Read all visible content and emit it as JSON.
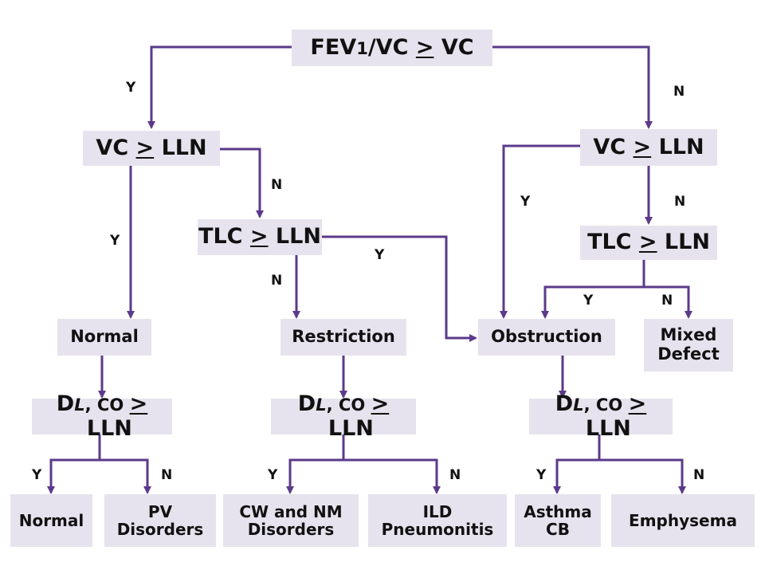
{
  "colors": {
    "arrow": "#5b3a8a",
    "box_fill": "#e6e3ee",
    "text": "#111111"
  },
  "nodes": {
    "root": {
      "pre": "FEV",
      "sub": "1",
      "mid": "/VC ",
      "ge": ">",
      "post": " VC"
    },
    "vc_left": {
      "pre": "VC ",
      "ge": ">",
      "post": " LLN"
    },
    "tlc_mid": {
      "pre": "TLC ",
      "ge": ">",
      "post": " LLN"
    },
    "vc_right": {
      "pre": "VC ",
      "ge": ">",
      "post": " LLN"
    },
    "tlc_right": {
      "pre": "TLC ",
      "ge": ">",
      "post": " LLN"
    },
    "normal_mid": {
      "label": "Normal"
    },
    "restriction": {
      "label": "Restriction"
    },
    "obstruction": {
      "label": "Obstruction"
    },
    "mixed": {
      "line1": "Mixed",
      "line2": "Defect"
    },
    "dlco_left": {
      "d": "D",
      "l": "L",
      "co": ", CO ",
      "ge": ">",
      "post": "  LLN"
    },
    "dlco_mid": {
      "d": "D",
      "l": "L",
      "co": ", CO ",
      "ge": ">",
      "post": "  LLN"
    },
    "dlco_right": {
      "d": "D",
      "l": "L",
      "co": ", CO ",
      "ge": ">",
      "post": "  LLN"
    },
    "leaf_normal": {
      "label": "Normal"
    },
    "leaf_pv": {
      "line1": "PV",
      "line2": "Disorders"
    },
    "leaf_cw": {
      "line1": "CW and NM",
      "line2": "Disorders"
    },
    "leaf_ild": {
      "line1": "ILD",
      "line2": "Pneumonitis"
    },
    "leaf_asthma": {
      "line1": "Asthma",
      "line2": "CB"
    },
    "leaf_emphysema": {
      "label": "Emphysema"
    }
  },
  "edge_labels": {
    "root_y": "Y",
    "root_n": "N",
    "vcl_y": "Y",
    "vcl_n": "N",
    "tlcm_y": "Y",
    "tlcm_n": "N",
    "vcr_y": "Y",
    "vcr_n": "N",
    "tlcr_y": "Y",
    "tlcr_n": "N",
    "dl1_y": "Y",
    "dl1_n": "N",
    "dl2_y": "Y",
    "dl2_n": "N",
    "dl3_y": "Y",
    "dl3_n": "N"
  }
}
